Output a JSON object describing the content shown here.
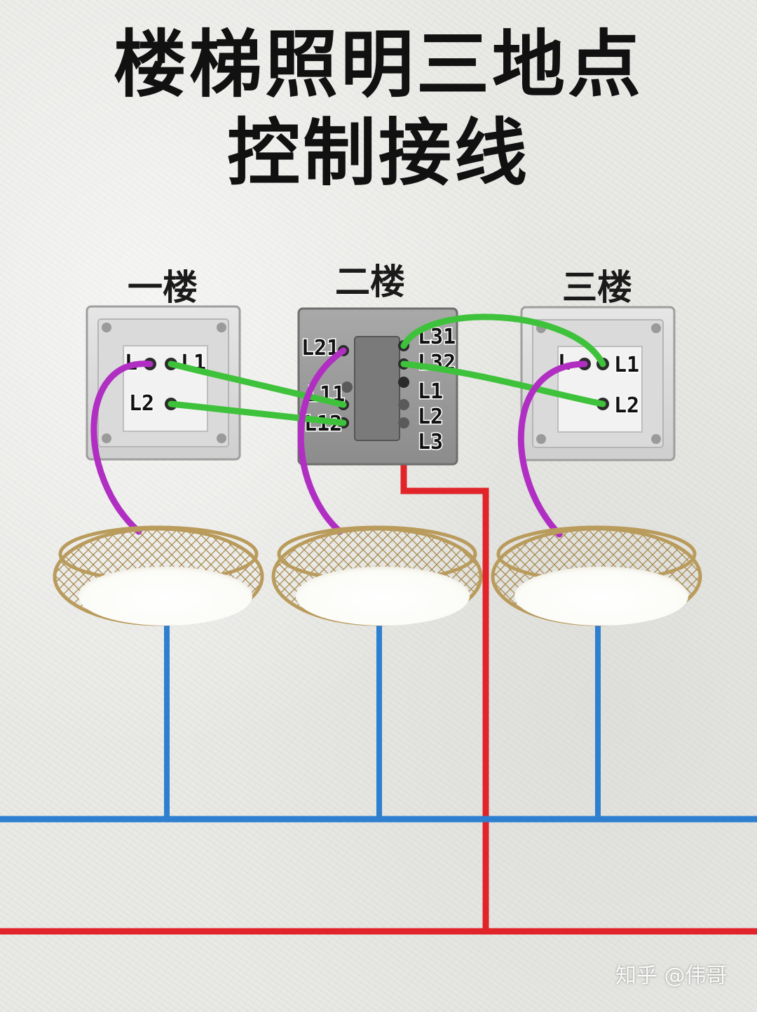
{
  "title": {
    "line1": "楼梯照明三地点",
    "line2": "控制接线"
  },
  "floors": {
    "first": "一楼",
    "second": "二楼",
    "third": "三楼"
  },
  "switch_one": {
    "terminals": [
      "L",
      "L1",
      "L2"
    ]
  },
  "switch_two": {
    "terminals": [
      "L21",
      "L11",
      "L12",
      "L31",
      "L32",
      "L1",
      "L2",
      "L3"
    ]
  },
  "switch_three": {
    "terminals": [
      "L",
      "L1",
      "L2"
    ]
  },
  "watermark": "知乎 @伟哥",
  "colors": {
    "live": "#e0242a",
    "neutral": "#2f7fd0",
    "traveler": "#3fc23b",
    "lamp_feed": "#b02fc2",
    "lamp_frame": "#b99b5c"
  }
}
